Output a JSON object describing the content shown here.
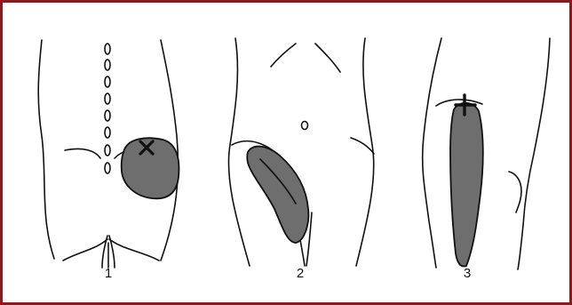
{
  "figure": {
    "panels": [
      {
        "id": "panel-1",
        "view": "posterior",
        "label": "1"
      },
      {
        "id": "panel-2",
        "view": "anterior",
        "label": "2"
      },
      {
        "id": "panel-3",
        "view": "lateral",
        "label": "3"
      }
    ]
  },
  "colors": {
    "border": "#8B1A1A",
    "outline": "#111111",
    "shaded_area": "#6E6E6E",
    "background": "#FFFFFF"
  },
  "icons": {
    "marker": "x-cross-marker",
    "navel": "navel-circle"
  }
}
